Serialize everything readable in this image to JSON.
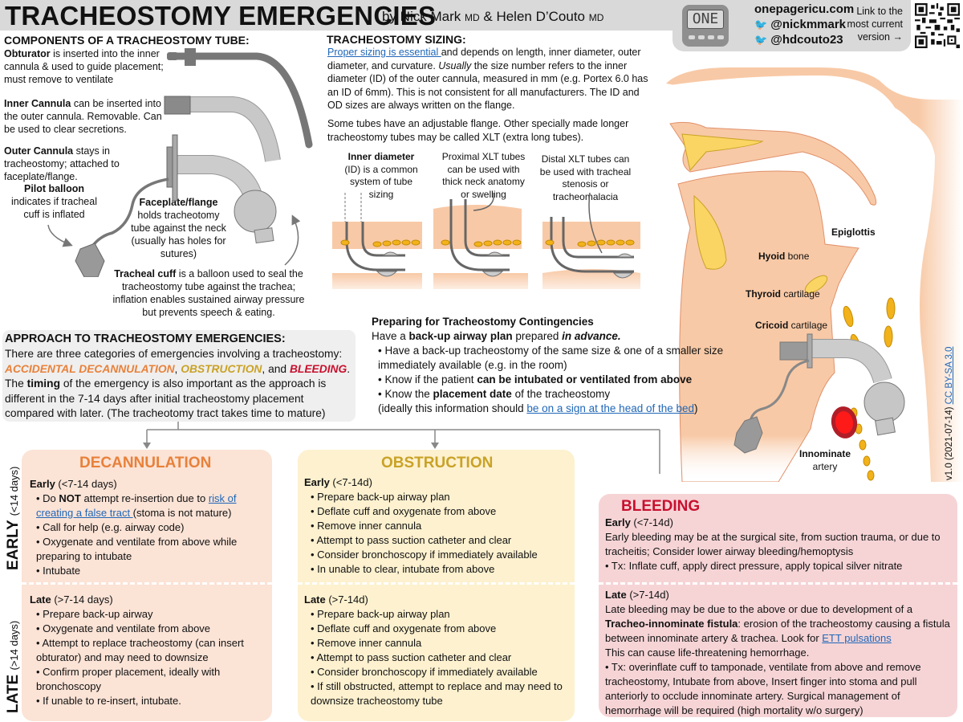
{
  "header": {
    "title": "TRACHEOSTOMY EMERGENCIES",
    "by": "by Nick Mark",
    "md1": "MD",
    "amp": "&",
    "author2": "Helen D’Couto",
    "md2": "MD",
    "logo_text": "ONE",
    "site": "onepagericu.com",
    "twitter1": "@nickmmark",
    "twitter2": "@hdcouto23",
    "qr_caption": "Link to the most current version →"
  },
  "components": {
    "title": "COMPONENTS OF A TRACHEOSTOMY TUBE:",
    "obturator": {
      "term": "Obturator",
      "text": " is inserted into the inner cannula & used to guide placement; must remove to ventilate"
    },
    "inner_cannula": {
      "term": "Inner Cannula",
      "text": " can be inserted into the outer cannula. Removable. Can be used to clear secretions."
    },
    "outer_cannula": {
      "term": "Outer Cannula",
      "text": " stays in tracheostomy; attached to faceplate/flange."
    },
    "pilot_balloon": {
      "term": "Pilot balloon",
      "text": " indicates if tracheal cuff is inflated"
    },
    "faceplate": {
      "term": "Faceplate/flange",
      "text": "holds tracheotomy tube against the neck (usually has holes for sutures)"
    },
    "cuff": {
      "term": "Tracheal cuff",
      "text": " is a balloon used to seal the tracheostomy tube against the trachea; inflation enables sustained airway pressure but prevents speech & eating."
    }
  },
  "sizing": {
    "title": "TRACHEOSTOMY SIZING:",
    "link": "Proper sizing is essential ",
    "p1_a": "and depends on length, inner diameter, outer diameter, and curvature. ",
    "p1_usually": "Usually",
    "p1_b": " the size number refers to the inner diameter (ID) of the outer cannula, measured in mm (e.g. Portex 6.0 has an ID of 6mm). This is not consistent for all manufacturers. The ID and OD sizes are always written on the flange.",
    "p2": "Some tubes have an adjustable flange. Other specially made longer tracheostomy tubes may be called XLT (extra long tubes).",
    "captions": [
      {
        "bold": "Inner diameter",
        "text": "(ID) is a common system of tube sizing"
      },
      {
        "bold": "",
        "text": "Proximal XLT tubes can be used with thick neck anatomy or swelling"
      },
      {
        "bold": "",
        "text": "Distal XLT tubes can be used with tracheal stenosis or tracheomalacia"
      }
    ]
  },
  "anatomy": {
    "epiglottis": "Epiglottis",
    "hyoid_b": "Hyoid",
    "hyoid": " bone",
    "thyroid_b": "Thyroid",
    "thyroid": " cartilage",
    "cricoid_b": "Cricoid",
    "cricoid": " cartilage",
    "innominate_b": "Innominate",
    "innominate": "artery"
  },
  "approach": {
    "title": "APPROACH TO TRACHEOSTOMY EMERGENCIES:",
    "t1": "There are three categories of emergencies involving a tracheostomy: ",
    "dec": "ACCIDENTAL DECANNULATION",
    "comma": ", ",
    "obs": "OBSTRUCTION",
    "and": ", and ",
    "bld": "BLEEDING",
    "t2": ". The ",
    "timing": "timing",
    "t3": " of the emergency is also important as the approach is different in the 7-14 days after initial tracheostomy placement compared with later. (The tracheotomy tract takes time to mature)"
  },
  "preparing": {
    "title": "Preparing for Tracheostomy Contingencies",
    "l1a": "Have a ",
    "l1b": "back-up airway plan",
    "l1c": " prepared ",
    "l1d": "in advance.",
    "b1": "• Have a back-up tracheostomy of the same size &  one of a smaller size immediately available (e.g. in the room)",
    "b2a": "• Know if the patient ",
    "b2b": "can be intubated or ventilated from above",
    "b3a": "• Know the ",
    "b3b": "placement date",
    "b3c": " of the tracheostomy",
    "b4a": "(ideally this information should ",
    "b4link": "be on a sign at the head of the bed",
    "b4b": ")"
  },
  "side_labels": {
    "early": "EARLY",
    "early_sub": "(<14 days)",
    "late": "LATE",
    "late_sub": "(>14 days)"
  },
  "decannulation": {
    "title": "DECANNULATION",
    "colors": {
      "title": "#e8813a",
      "bg": "#fbe3d6"
    },
    "early_head": "Early",
    "early_range": " (<7-14 days)",
    "early_b1a": "Do ",
    "early_b1b": "NOT",
    "early_b1c": " attempt re-insertion due to ",
    "early_b1link": "risk of creating a false tract ",
    "early_b1d": "(stoma is not mature)",
    "early_items": [
      "Call for help (e.g. airway code)",
      "Oxygenate and ventilate from above while preparing to intubate",
      "Intubate"
    ],
    "late_head": "Late",
    "late_range": " (>7-14 days)",
    "late_items": [
      "Prepare back-up airway",
      "Oxygenate and ventilate from above",
      "Attempt to replace tracheostomy (can insert obturator) and may need to downsize",
      "Confirm proper placement, ideally with bronchoscopy",
      "If unable to re-insert, intubate."
    ]
  },
  "obstruction": {
    "title": "OBSTRUCTION",
    "colors": {
      "title": "#c9a227",
      "bg": "#fdf1cf"
    },
    "early_head": "Early",
    "early_range": " (<7-14d)",
    "early_items": [
      "Prepare back-up airway plan",
      "Deflate cuff and oxygenate from above",
      "Remove inner cannula",
      "Attempt to pass suction catheter and clear",
      "Consider bronchoscopy if immediately available",
      "In unable to clear, intubate from above"
    ],
    "late_head": "Late",
    "late_range": " (>7-14d)",
    "late_items": [
      "Prepare back-up airway plan",
      "Deflate cuff and oxygenate from above",
      "Remove inner cannula",
      "Attempt to pass suction catheter and clear",
      "Consider bronchoscopy if immediately available",
      "If still obstructed, attempt to replace and may need to downsize tracheostomy tube"
    ]
  },
  "bleeding": {
    "title": "BLEEDING",
    "colors": {
      "title": "#c8102e",
      "bg": "#f6d4d6"
    },
    "early_head": "Early",
    "early_range": " (<7-14d)",
    "early_text": "Early bleeding may be at the surgical site, from suction trauma, or due to tracheitis; Consider lower airway bleeding/hemoptysis",
    "early_tx": "• Tx: Inflate cuff, apply direct pressure, apply topical silver nitrate",
    "late_head": "Late",
    "late_range": " (>7-14d)",
    "late_t1": "Late bleeding may be due to the above or due to development of a ",
    "late_bold": "Tracheo-innominate fistula",
    "late_t2": ": erosion of the tracheostomy causing a fistula between innominate artery & trachea. Look for ",
    "late_link": "ETT pulsations",
    "late_t3": "This can cause life-threatening hemorrhage.",
    "late_tx": "• Tx: overinflate cuff to tamponade,  ventilate from above and remove tracheostomy, Intubate from above, Insert finger into stoma and pull anteriorly to occlude innominate artery. Surgical management of hemorrhage will be required (high mortality w/o surgery)"
  },
  "footer": {
    "version": "v1.0 (2021-07-14) ",
    "license": "CC BY-SA 3.0"
  }
}
